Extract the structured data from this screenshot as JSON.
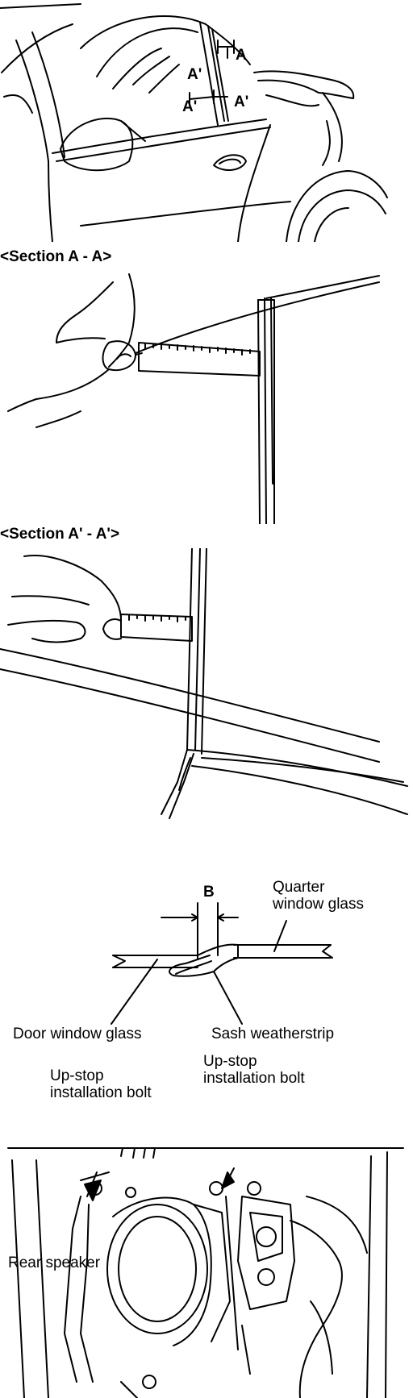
{
  "panel1": {
    "callouts": [
      "A",
      "A'",
      "A'",
      "A'"
    ]
  },
  "section_aa": {
    "heading": "<Section A - A>"
  },
  "section_a2a2": {
    "heading": "<Section A' - A'>"
  },
  "detail_b": {
    "dimension": "B",
    "quarter_glass": "Quarter\nwindow glass",
    "door_glass": "Door window glass",
    "sash": "Sash weatherstrip"
  },
  "door_interior": {
    "left_bolt": "Up-stop\ninstallation bolt",
    "right_bolt": "Up-stop\ninstallation bolt",
    "speaker": "Rear speaker"
  }
}
